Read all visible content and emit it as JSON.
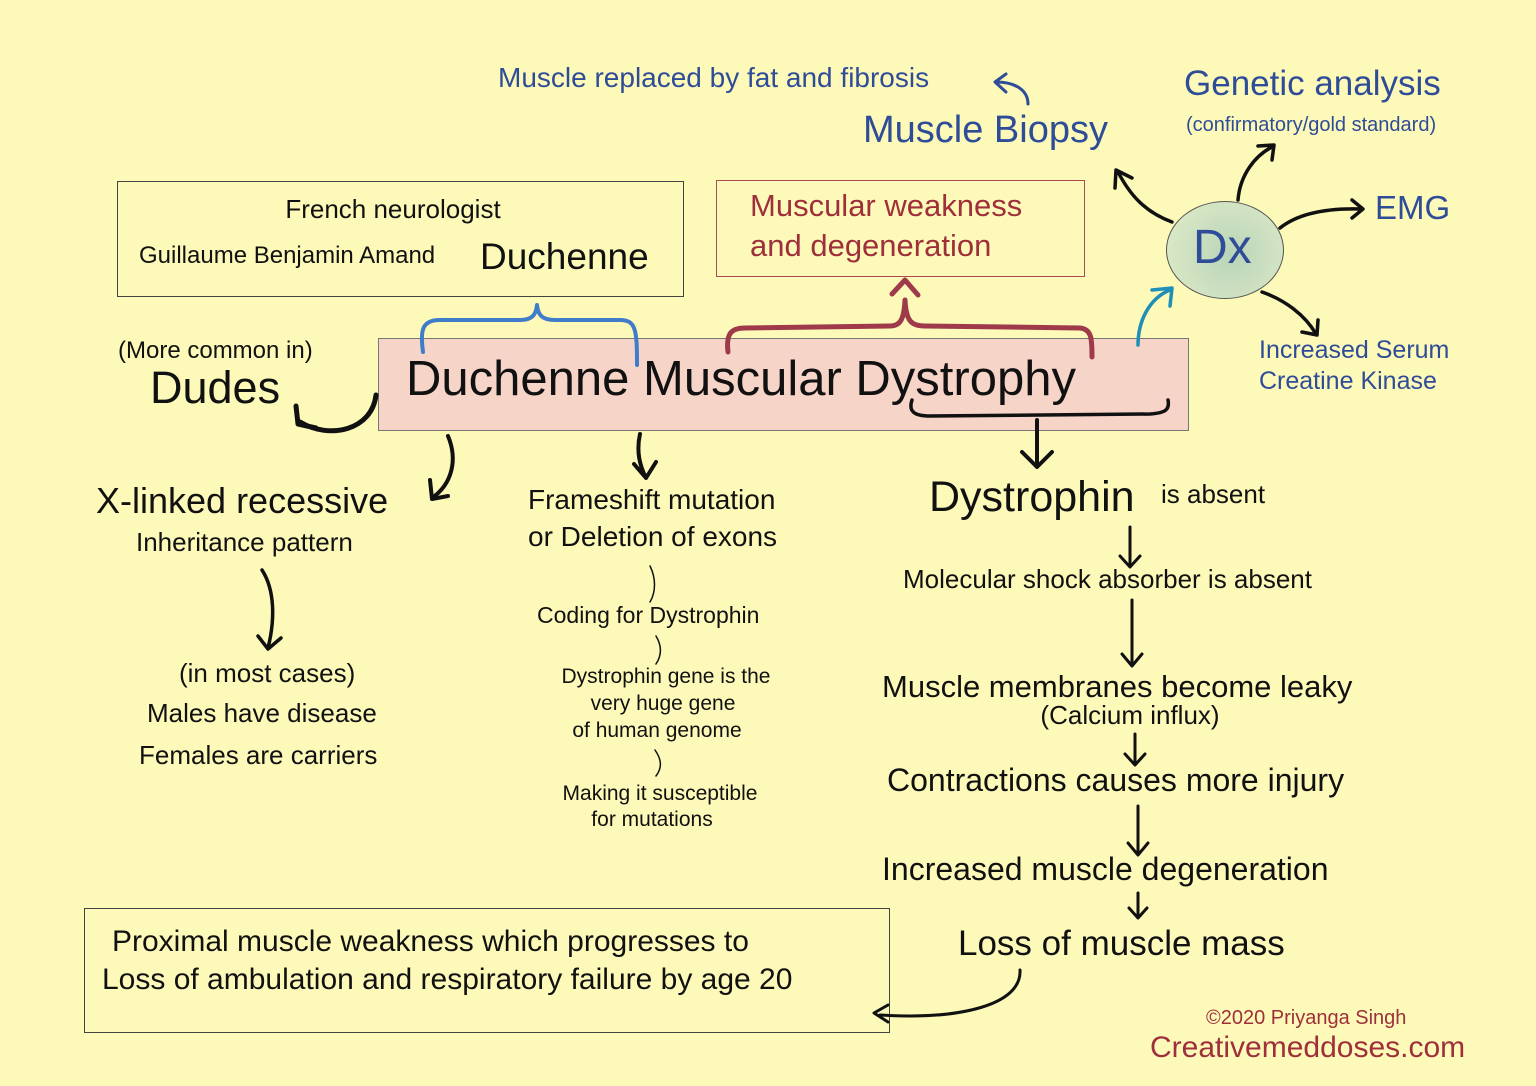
{
  "title": "Duchenne Muscular Dystrophy",
  "eponym": {
    "line1": "French neurologist",
    "name": "Guillaume Benjamin Amand",
    "surname": "Duchenne"
  },
  "features": {
    "line1": "Muscular weakness",
    "line2": "and degeneration"
  },
  "sex": {
    "note": "(More common in)",
    "word": "Dudes"
  },
  "diagnosis": {
    "center": "Dx",
    "biopsy": "Muscle Biopsy",
    "biopsy_finding": "Muscle replaced by fat and fibrosis",
    "genetic": "Genetic analysis",
    "genetic_note": "(confirmatory/gold standard)",
    "emg": "EMG",
    "ck_line1": "Increased Serum",
    "ck_line2": "Creatine Kinase"
  },
  "inheritance": {
    "title": "X-linked recessive",
    "subtitle": "Inheritance pattern",
    "note": "(in most cases)",
    "males": "Males have disease",
    "females": "Females are carriers"
  },
  "genetics": {
    "line1": "Frameshift mutation",
    "line2": "or Deletion of exons",
    "coding": "Coding for Dystrophin",
    "gene1": "Dystrophin gene is the",
    "gene2": "very huge gene",
    "gene3": "of human genome",
    "sus1": "Making it susceptible",
    "sus2": "for mutations"
  },
  "pathophys": {
    "dystrophin": "Dystrophin",
    "absent": "is absent",
    "step1": "Molecular shock absorber is absent",
    "step2": "Muscle membranes become leaky",
    "step2_note": "(Calcium influx)",
    "step3": "Contractions causes more injury",
    "step4": "Increased muscle degeneration",
    "step5": "Loss of muscle mass"
  },
  "outcome": {
    "line1": "Proximal muscle weakness which progresses to",
    "line2": "Loss of ambulation and respiratory failure by age 20"
  },
  "credit": {
    "copyright": "©2020 Priyanga Singh",
    "site": "Creativemeddoses.com"
  },
  "colors": {
    "background": "#fdf9b9",
    "blue": "#2f4c98",
    "red": "#9e2f3b",
    "title_box": "#f6d4c8"
  }
}
